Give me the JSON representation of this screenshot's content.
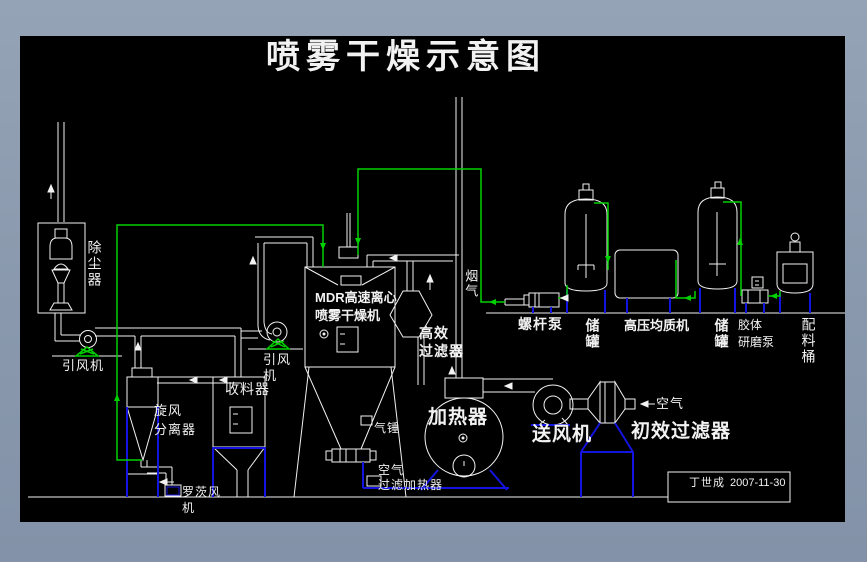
{
  "title": "喷雾干燥示意图",
  "equipment_labels": {
    "dust_collector": "除尘器",
    "induced_fan_1": "引风机",
    "cyclone": "旋风\n分离器",
    "collector": "收料器",
    "roots_blower": "罗茨风\n机",
    "induced_fan_2": "引风\n机",
    "dryer": "MDR高速离心\n喷雾干燥机",
    "air_hammer": "气锤",
    "hepa_filter": "高效\n过滤器",
    "flue_gas": "烟气",
    "heater": "加热器",
    "supply_fan": "送风机",
    "pre_filter": "初效过滤器",
    "air_inlet": "空气",
    "air_filter_heater": "空气\n过滤加热器",
    "screw_pump": "螺杆泵",
    "tank_1": "储罐",
    "homogenizer": "高压均质机",
    "tank_2": "储罐",
    "colloid_pump": "胶体\n研磨泵",
    "batch_barrel": "配料桶"
  },
  "title_block": {
    "author": "丁世成",
    "date": "2007-11-30"
  },
  "colors": {
    "background": "#000000",
    "frame": "#8a99ad",
    "line_white": "#f2f2f2",
    "pipe_green": "#00d200",
    "support_blue": "#1414e0"
  }
}
